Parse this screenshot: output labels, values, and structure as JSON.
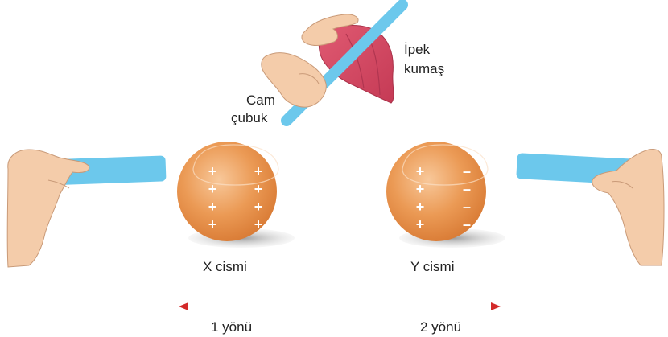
{
  "labels": {
    "glass_rod_line1": "Cam",
    "glass_rod_line2": "çubuk",
    "silk_line1": "İpek",
    "silk_line2": "kumaş",
    "object_x": "X cismi",
    "object_y": "Y cismi",
    "direction_1": "1 yönü",
    "direction_2": "2 yönü"
  },
  "charges": {
    "x_sphere": {
      "left_column": [
        "+",
        "+",
        "+",
        "+"
      ],
      "right_column": [
        "+",
        "+",
        "+",
        "+"
      ]
    },
    "y_sphere": {
      "left_column": [
        "+",
        "+",
        "+",
        "+"
      ],
      "right_column": [
        "–",
        "–",
        "–",
        "–"
      ]
    }
  },
  "colors": {
    "rod": "#6cc8ec",
    "sphere": "#eb9a55",
    "skin": "#f4ccaa",
    "silk": "#d54a62",
    "arrow": "#d32a2a",
    "text": "#222222"
  }
}
